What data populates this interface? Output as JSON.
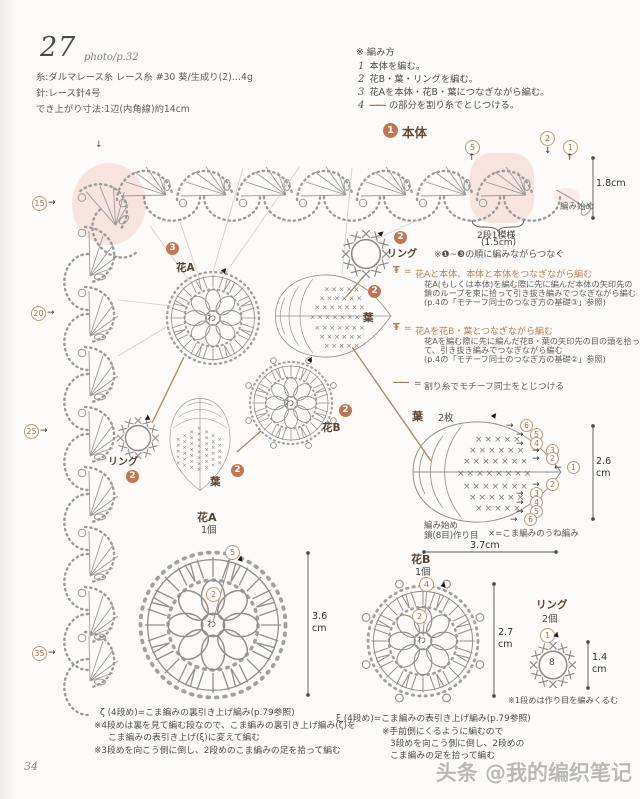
{
  "header": {
    "number": "27",
    "photo": "photo/p.32",
    "m1": "糸:ダルマレース糸 レース糸 #30 葵/生成り(2)…4g",
    "m2": "針:レース針4号",
    "m3": "でき上がり寸法:1辺(内角線)約14cm"
  },
  "howto": {
    "title": "※ 編み方",
    "steps": [
      {
        "n": "1",
        "dash": "",
        "t": "本体を編む。"
      },
      {
        "n": "2",
        "dash": "",
        "t": "花B・葉・リングを編む。"
      },
      {
        "n": "3",
        "dash": "",
        "t": "花Aを本体・花B・葉につなぎながら編む。"
      },
      {
        "n": "4",
        "dash": "――",
        "t": "の部分を割り糸でとじつける。"
      }
    ]
  },
  "main": {
    "badge": "1",
    "title": "本体",
    "start": "編み始め",
    "height": "1.8cm",
    "repeat": "2段1模様",
    "repeat_size": "(1.5cm)",
    "order_note": "※❶~❸の順に編みながらつなぐ",
    "r5": "5",
    "r2": "2",
    "r1": "1",
    "left_rows": [
      "15",
      "20",
      "25",
      "35"
    ]
  },
  "legend": {
    "items": [
      {
        "sym": "Ŧ",
        "title": "花Aと本体、本体と本体をつなぎながら編む",
        "l1": "花A(もしくは本体)を編む際に先に編んだ本体の矢印先の",
        "l2": "鎖のループを束に拾って引き抜き編みでつなぎながら編む",
        "l3": "(p.4の「モチーフ同士のつなぎ方の基礎③」参照)"
      },
      {
        "sym": "Ŧ",
        "title": "花Aを花B・葉とつなぎながら編む",
        "l1": "花Aを編む際に先に編んだ花B・葉の矢印先の目の頭を拾っ",
        "l2": "て、引き抜き編みでつなぎながら編む",
        "l3": "(p.4の「モチーフ同士のつなぎ方の基礎②」参照)"
      },
      {
        "sym": "――",
        "title": "割り糸でモチーフ同士をとじつける",
        "l1": "",
        "l2": "",
        "l3": ""
      }
    ]
  },
  "mid": {
    "ring_top": {
      "b": "2",
      "l": "リング"
    },
    "leaf_mid": {
      "b": "2",
      "l": "葉"
    },
    "flower_a": {
      "b": "3",
      "l": "花A"
    },
    "flower_b": {
      "b": "2",
      "l": "花B"
    },
    "leaf_low": {
      "b": "2",
      "l": "葉"
    },
    "ring_left": {
      "b": "2",
      "l": "リング"
    },
    "wa": "わ"
  },
  "leafsec": {
    "label": "葉",
    "count": "2枚",
    "w": "3.7cm",
    "h1": "2.6",
    "h2": "cm",
    "start1": "編み始め",
    "start2": "鎖(8目)作り目",
    "xnote": "×=こま編みのうね編み",
    "top": [
      "6",
      "5",
      "4",
      "3",
      "2"
    ],
    "mid": "1",
    "bottom": [
      "2",
      "3",
      "4",
      "5",
      "6"
    ]
  },
  "fa": {
    "label": "花A",
    "count": "1個",
    "r5": "5",
    "r2": "2",
    "wa": "わ",
    "s1": "3.6",
    "s2": "cm"
  },
  "fb": {
    "label": "花B",
    "count": "1個",
    "r4": "4",
    "r2": "2",
    "wa": "わ",
    "s1": "2.7",
    "s2": "cm"
  },
  "ringd": {
    "label": "リング",
    "count": "2個",
    "r1": "1",
    "c": "8",
    "s1": "1.4",
    "s2": "cm",
    "note": "※1段めは作り目を編みくるむ"
  },
  "na": {
    "l1": "ζ (4段め)=こま編みの裏引き上げ編み(p.79参照)",
    "l2": "※4段めは裏を見て編む段なので、こま編みの裏引き上げ編み(ζ)を",
    "l3": "こま編みの表引き上げ(ξ)に変えて編む",
    "l4": "※3段めを向こう側に倒し、2段めのこま編みの足を拾って編む"
  },
  "nb": {
    "l1": "ξ (4段め)=こま編みの表引き上げ編み(p.79参照)",
    "l2": "※手前側にくるように編むので",
    "l3": "3段めを向こう側に倒し、2段めの",
    "l4": "こま編みの足を拾って編む"
  },
  "footer": {
    "page": "34",
    "watermark": "头条 @我的编织笔记"
  },
  "sym": {
    "up": "↑",
    "down": "↓",
    "left": "←",
    "right": "→",
    "tri": "▲",
    "eq": "="
  }
}
